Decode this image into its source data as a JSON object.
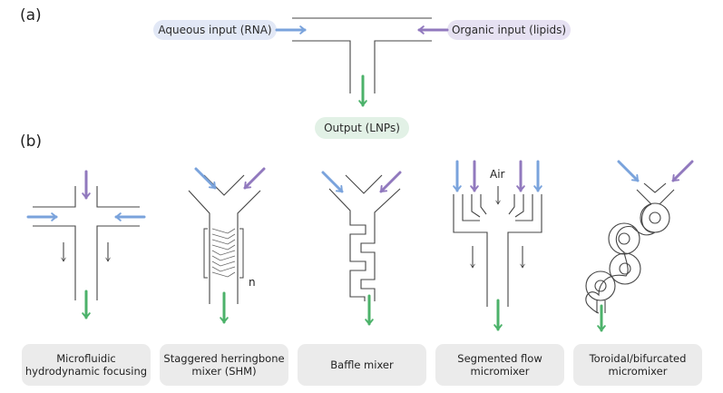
{
  "panel_a": {
    "label": "(a)",
    "aqueous_input": "Aqueous input (RNA)",
    "organic_input": "Organic input (lipids)",
    "output": "Output (LNPs)"
  },
  "panel_b": {
    "label": "(b)",
    "air_label": "Air",
    "repeat_label": "n",
    "mixers": [
      {
        "name": "Microfluidic\nhydrodynamic focusing"
      },
      {
        "name": "Staggered herringbone\nmixer (SHM)"
      },
      {
        "name": "Baffle mixer"
      },
      {
        "name": "Segmented flow\nmicromixer"
      },
      {
        "name": "Toroidal/bifurcated\nmicromixer"
      }
    ]
  },
  "colors": {
    "aqueous": "#7aa3dc",
    "organic": "#9179be",
    "output": "#4cb26a",
    "channel": "#333333"
  }
}
